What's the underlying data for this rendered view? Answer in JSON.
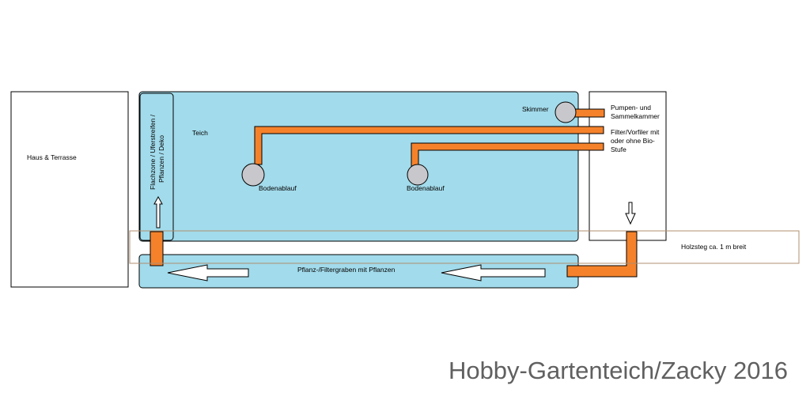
{
  "labels": {
    "house": "Haus & Terrasse",
    "shallow_zone_line1": "Flachzone / Uferstreifen /",
    "shallow_zone_line2": "Pflanzen / Deko",
    "pond": "Teich",
    "skimmer": "Skimmer",
    "pump_line1": "Pumpen- und",
    "pump_line2": "Sammelkammer",
    "filter_line1": "Filter/Vorfiler mit",
    "filter_line2": "oder ohne Bio-",
    "filter_line3": "Stufe",
    "drain_1": "Bodenablauf",
    "drain_2": "Bodenablauf",
    "walkway": "Holzsteg ca. 1 m breit",
    "plant_trench": "Pflanz-/Filtergraben mit Pflanzen"
  },
  "watermark": "Hobby-Gartenteich/Zacky 2016",
  "colors": {
    "water": "#a2dbeb",
    "pipe": "#f5822b",
    "drain": "#c8c8cc",
    "walkway_border": "#b08f72",
    "outline": "#000000"
  }
}
